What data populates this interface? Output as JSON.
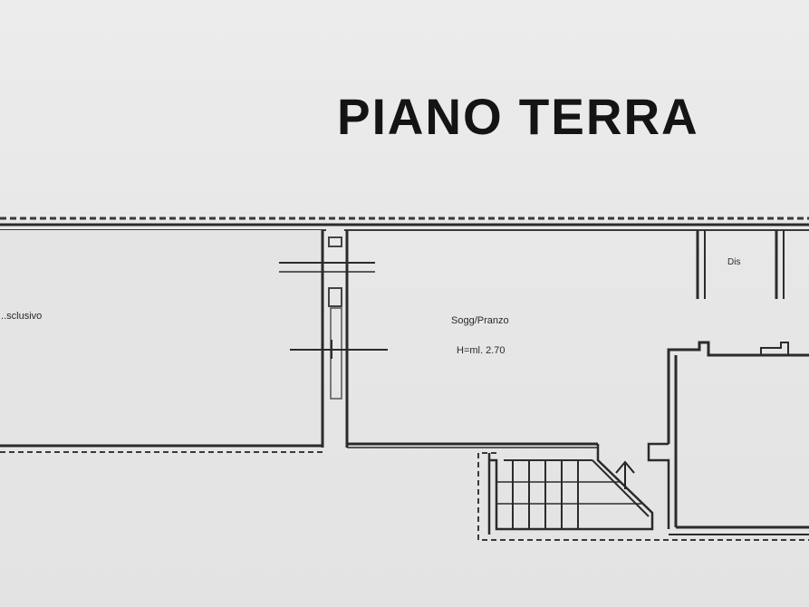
{
  "title": "PIANO TERRA",
  "rooms": {
    "left": {
      "label": "...sclusivo"
    },
    "main": {
      "label": "Sogg/Pranzo",
      "height_note": "H=ml. 2.70"
    },
    "wc": {
      "label": "Dis"
    }
  },
  "colors": {
    "paper": "#e9e9e9",
    "wall": "#2b2b2b",
    "hatch": "#6a6a6a"
  }
}
